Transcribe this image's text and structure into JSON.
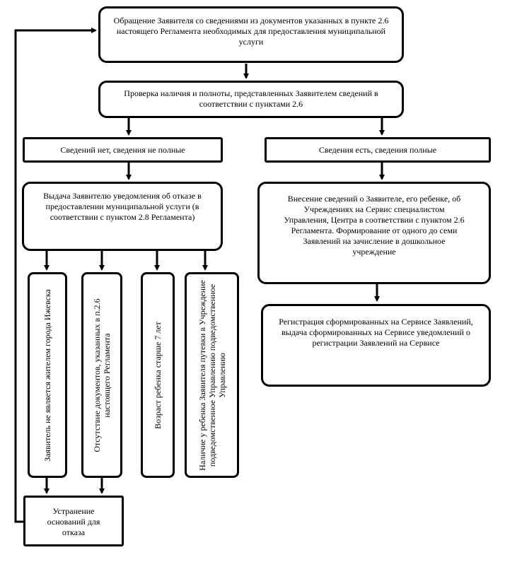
{
  "nodes": {
    "appeal": "Обращение Заявителя со сведениями из документов указанных в пункте 2.6 настоящего Регламента необходимых для предоставления муниципальной услуги",
    "check": "Проверка наличия и полноты, представленных Заявителем сведений в соответствии с пунктами 2.6",
    "no_info": "Сведений нет, сведения не полные",
    "has_info": "Сведения есть, сведения полные",
    "refusal": "Выдача Заявителю уведомления об отказе в предоставлении муниципальной услуги (в соответствии с пунктом 2.8 Регламента)",
    "entry": "Внесение сведений о Заявителе, его ребенке, об Учреждениях на Сервис специалистом Управления, Центра в соответствии с пунктом 2.6 Регламента. Формирование от одного до семи Заявлений на зачисление в дошкольное учреждение",
    "registration": "Регистрация сформированных на Сервисе Заявлений, выдача сформированных на Сервисе уведомлений о регистрации Заявлений на Сервисе",
    "fix": "Устранение оснований для отказа"
  },
  "reasons": [
    "Заявитель не является жителем города Ижевска",
    "Отсутствие документов, указанных в п.2.6 настоящего Регламента",
    "Возраст ребенка старше 7 лет",
    "Наличие у ребенка Заявителя путевки в Учреждение подведомственное Управлению подведомственное Управлению"
  ]
}
